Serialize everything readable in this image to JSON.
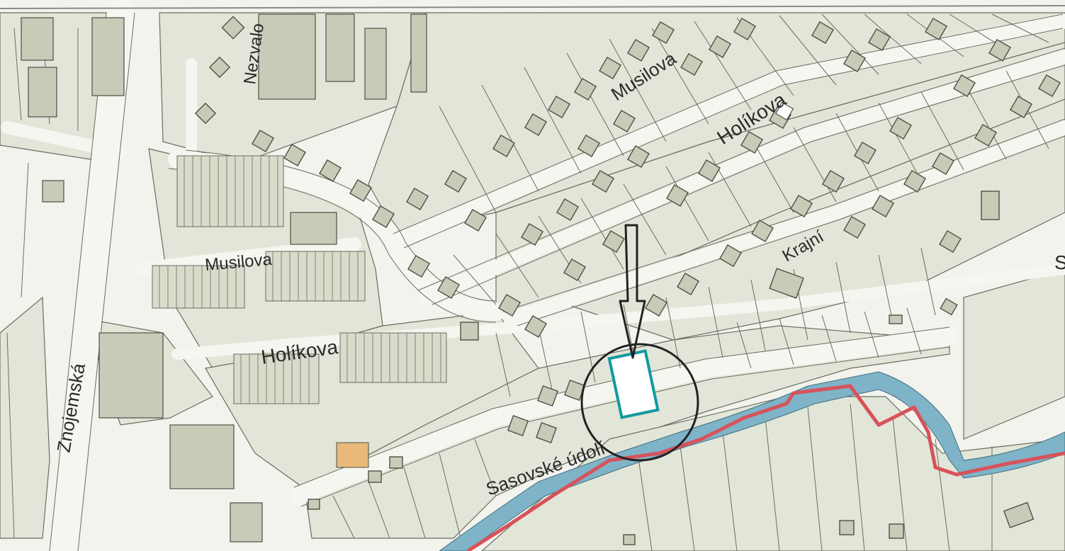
{
  "map": {
    "street_labels": [
      {
        "id": "nezvalova",
        "text": "Nezvalo"
      },
      {
        "id": "musilova-ne",
        "text": "Musilova"
      },
      {
        "id": "holikova-ne",
        "text": "Holíkova"
      },
      {
        "id": "musilova-w",
        "text": "Musilova"
      },
      {
        "id": "holikova-w",
        "text": "Holíkova"
      },
      {
        "id": "krajni",
        "text": "Krajní"
      },
      {
        "id": "znojemska",
        "text": "Znojemská"
      },
      {
        "id": "sasovske-udoli",
        "text": "Sasovské údolí"
      },
      {
        "id": "edge-s",
        "text": "S"
      }
    ],
    "colors": {
      "background": "#f3f3ee",
      "parcel_fill": "#e2e6d8",
      "building_fill": "#c9cbb8",
      "building_stroke": "#4d5044",
      "parcel_line": "#6a6d60",
      "stream_fill": "#7fb3c8",
      "boundary_red": "#d8525a",
      "highlight_teal": "#129aa0",
      "marker_black": "#222222",
      "road_fill": "#f6f6f1",
      "orange_building": "#e8b978"
    },
    "icons": {
      "arrow": "down-arrow-icon",
      "circle": "location-circle-icon"
    }
  }
}
